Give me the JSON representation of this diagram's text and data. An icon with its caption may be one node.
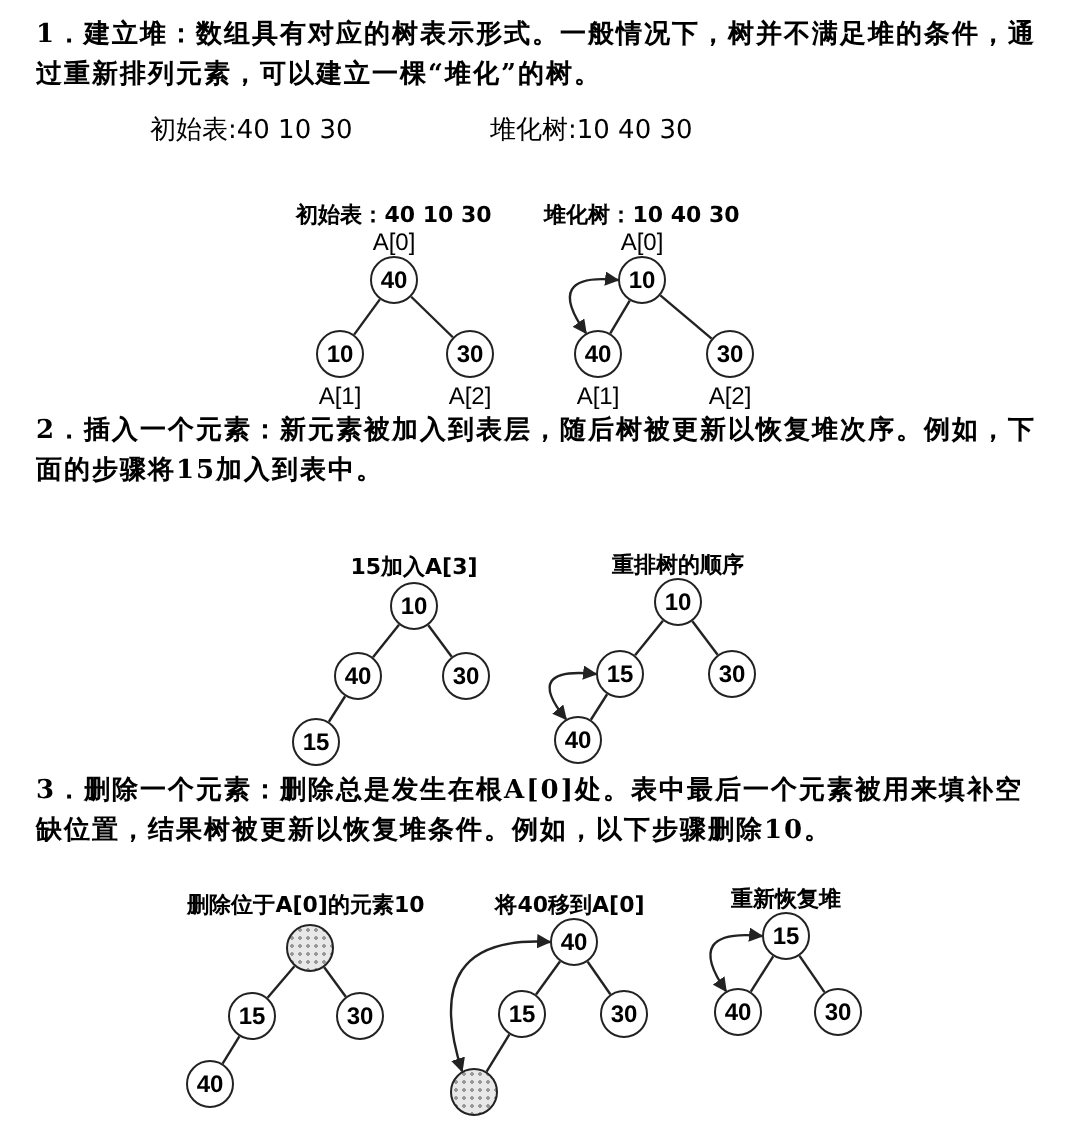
{
  "diagram": {
    "nodes": [
      {
        "text": [
          "40"
        ],
        "beside": [
          "A[0]"
        ]
      },
      {
        "text": [
          "10"
        ],
        "beside": [
          "A[1]"
        ]
      },
      {
        "text": [
          "30"
        ],
        "beside": [
          "A[2]"
        ]
      },
      {
        "text": [
          "10"
        ],
        "beside": [
          "A[0]"
        ]
      },
      {
        "text": [
          "40"
        ],
        "beside": [
          "A[1]"
        ]
      },
      {
        "text": [
          "30"
        ],
        "beside": [
          "A[2]"
        ]
      },
      {
        "text": [
          "10"
        ]
      },
      {
        "text": [
          "40"
        ]
      },
      {
        "text": [
          "30"
        ]
      },
      {
        "text": [
          "15"
        ]
      },
      {
        "text": [
          "10"
        ]
      },
      {
        "text": [
          "15"
        ]
      },
      {
        "text": [
          "30"
        ]
      },
      {
        "text": [
          "40"
        ]
      },
      {
        "text": [],
        "shape": "circle"
      },
      {
        "text": [
          "15"
        ]
      },
      {
        "text": [
          "30"
        ]
      },
      {
        "text": [
          "40"
        ]
      },
      {
        "text": [
          "40"
        ]
      },
      {
        "text": [
          "15"
        ]
      },
      {
        "text": [
          "30"
        ]
      },
      {
        "text": [],
        "shape": "circle"
      },
      {
        "text": [
          "15"
        ]
      },
      {
        "text": [
          "40"
        ]
      },
      {
        "text": [
          "30"
        ]
      }
    ],
    "edges": [
      {
        "from": 0,
        "to": 1,
        "arrow": "none"
      },
      {
        "from": 0,
        "to": 2,
        "arrow": "none"
      },
      {
        "from": 3,
        "to": 4,
        "arrow": "none"
      },
      {
        "from": 3,
        "to": 5,
        "arrow": "none"
      },
      {
        "from": 4,
        "to": 3,
        "arrow": "both"
      },
      {
        "from": 6,
        "to": 7,
        "arrow": "none"
      },
      {
        "from": 6,
        "to": 8,
        "arrow": "none"
      },
      {
        "from": 7,
        "to": 9,
        "arrow": "none"
      },
      {
        "from": 10,
        "to": 11,
        "arrow": "none"
      },
      {
        "from": 10,
        "to": 12,
        "arrow": "none"
      },
      {
        "from": 11,
        "to": 13,
        "arrow": "none"
      },
      {
        "from": 13,
        "to": 11,
        "arrow": "both"
      },
      {
        "from": 14,
        "to": 15,
        "arrow": "none"
      },
      {
        "from": 14,
        "to": 16,
        "arrow": "none"
      },
      {
        "from": 15,
        "to": 17,
        "arrow": "none"
      },
      {
        "from": 18,
        "to": 19,
        "arrow": "none"
      },
      {
        "from": 18,
        "to": 20,
        "arrow": "none"
      },
      {
        "from": 19,
        "to": 21,
        "arrow": "none"
      },
      {
        "from": 21,
        "to": 18,
        "arrow": "both"
      },
      {
        "from": 22,
        "to": 23,
        "arrow": "none"
      },
      {
        "from": 22,
        "to": 24,
        "arrow": "none"
      },
      {
        "from": 23,
        "to": 22,
        "arrow": "both"
      }
    ],
    "labels": [
      "1．建立堆：数组具有对应的树表示形式。一般情况下，树并不满足堆的条件，通过重新排列元素，可以建立一棵“堆化”的树。",
      "初始表:40 10 30",
      "堆化树:10 40 30",
      "初始表：40 10 30",
      "堆化树：10 40 30",
      "2．插入一个元素：新元素被加入到表层，随后树被更新以恢复堆次序。例如，下面的步骤将15加入到表中。",
      "15加入A[3]",
      "重排树的顺序",
      "3．删除一个元素：删除总是发生在根A[0]处。表中最后一个元素被用来填补空缺位置，结果树被更新以恢复堆条件。例如，以下步骤删除10。",
      "删除位于A[0]的元素10",
      "将40移到A[0]",
      "重新恢复堆"
    ]
  }
}
